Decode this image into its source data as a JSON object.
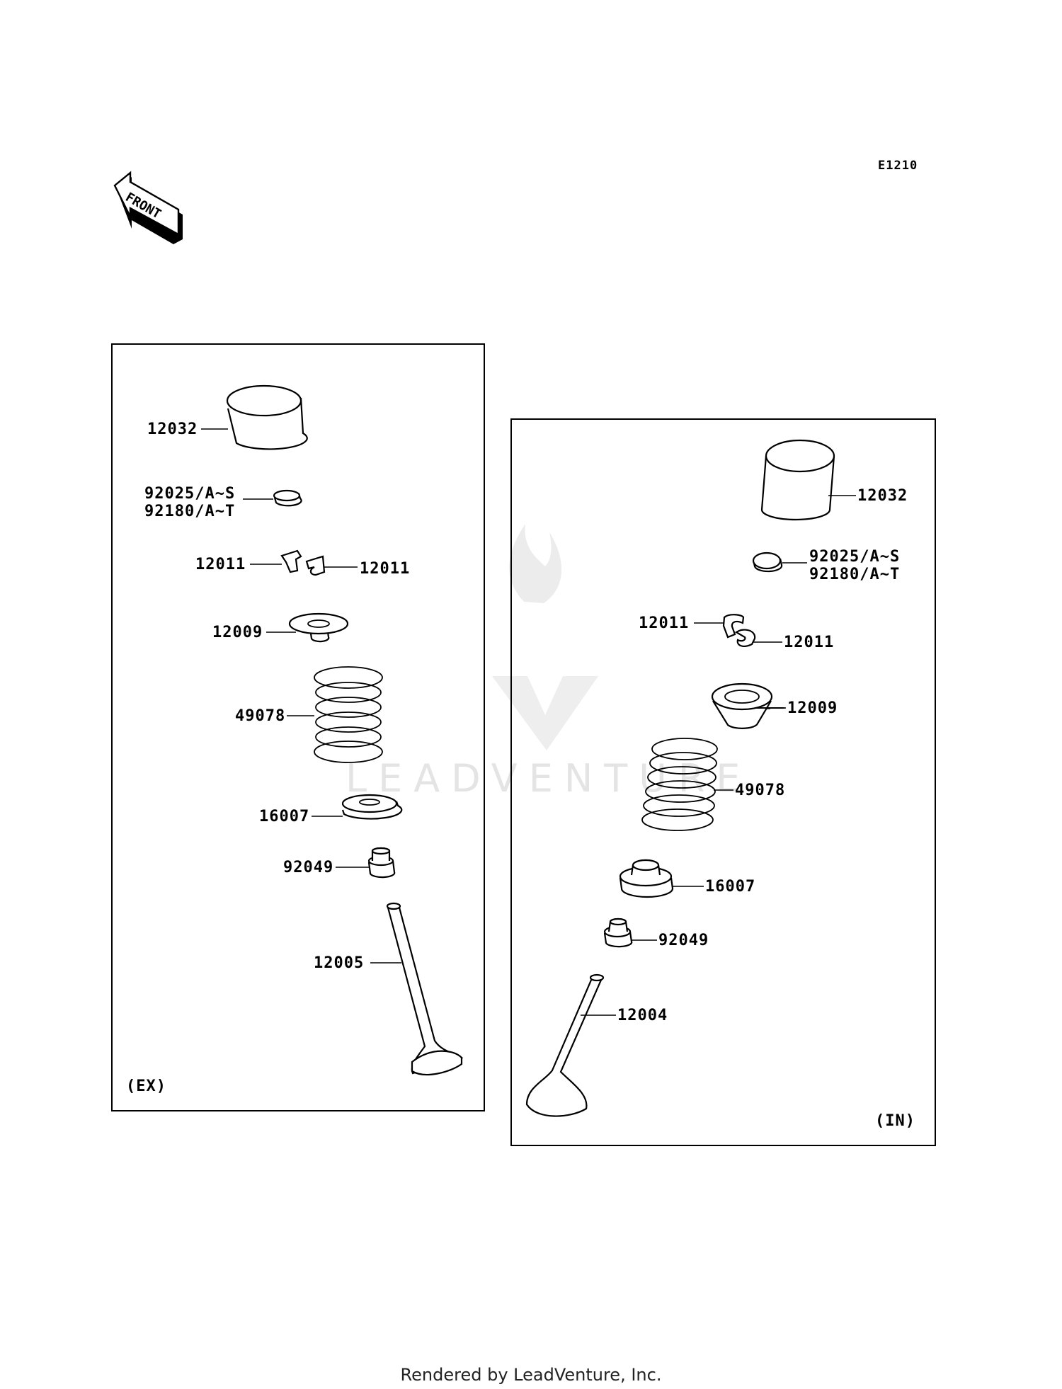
{
  "diagram_code": "E1210",
  "front_label": "FRONT",
  "footer": "Rendered by LeadVenture, Inc.",
  "watermark": "LEADVENTURE",
  "exhaust_panel": {
    "tag": "(EX)",
    "labels": {
      "tappet": "12032",
      "shim_a": "92025/A~S",
      "shim_b": "92180/A~T",
      "cotter_left": "12011",
      "cotter_right": "12011",
      "retainer": "12009",
      "spring": "49078",
      "spring_seat": "16007",
      "stem_seal": "92049",
      "valve": "12005"
    }
  },
  "intake_panel": {
    "tag": "(IN)",
    "labels": {
      "tappet": "12032",
      "shim_a": "92025/A~S",
      "shim_b": "92180/A~T",
      "cotter_left": "12011",
      "cotter_right": "12011",
      "retainer": "12009",
      "spring": "49078",
      "spring_seat": "16007",
      "stem_seal": "92049",
      "valve": "12004"
    }
  }
}
